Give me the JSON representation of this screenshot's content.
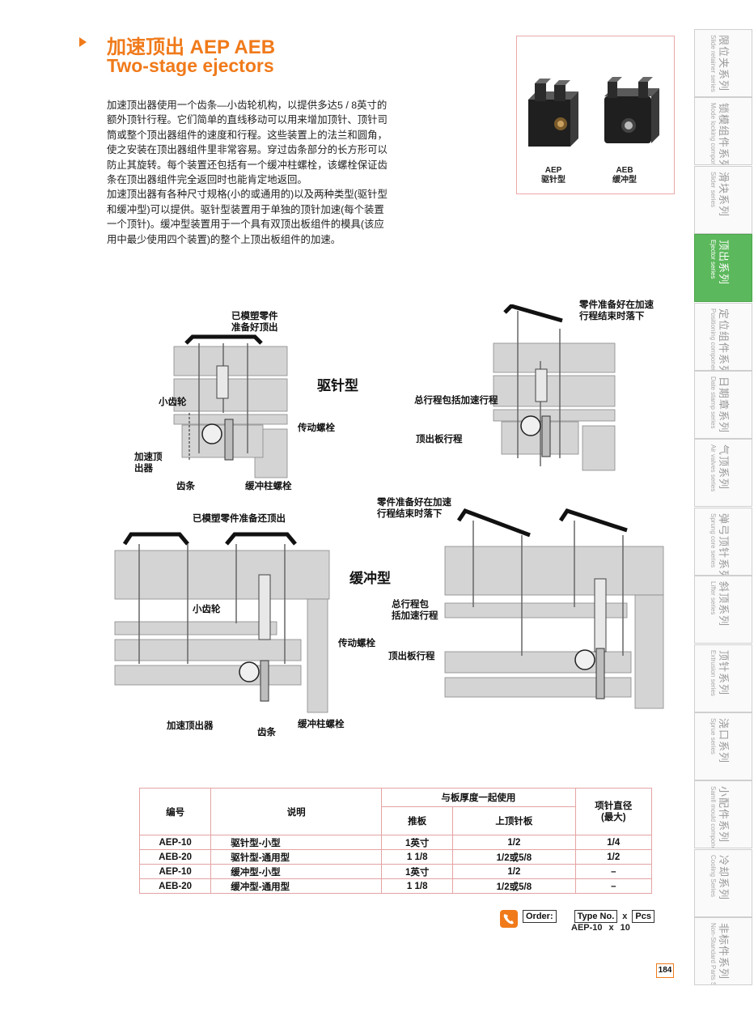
{
  "header": {
    "title_cn": "加速顶出 AEP AEB",
    "title_en": "Two-stage ejectors"
  },
  "intro": {
    "p1": "加速顶出器使用一个齿条—小齿轮机构，以提供多达5 / 8英寸的额外顶针行程。它们简单的直线移动可以用来增加顶针、顶针司筒或整个顶出器组件的速度和行程。这些装置上的法兰和圆角，使之安装在顶出器组件里非常容易。穿过齿条部分的长方形可以防止其旋转。每个装置还包括有一个缓冲柱螺栓，该螺栓保证齿条在顶出器组件完全返回时也能肯定地返回。",
    "p2": "加速顶出器有各种尺寸规格(小的或通用的)以及两种类型(驱针型和缓冲型)可以提供。驱针型装置用于单独的顶针加速(每个装置一个顶针)。缓冲型装置用于一个具有双顶出板组件的模具(该应用中最少使用四个装置)的整个上顶出板组件的加速。"
  },
  "photo": {
    "left_code": "AEP",
    "left_type": "驱针型",
    "right_code": "AEB",
    "right_type": "缓冲型"
  },
  "sidebar": [
    {
      "cn": "限位夹系列",
      "en": "Slide retainer series"
    },
    {
      "cn": "锁模组件系列",
      "en": "Mode locking component series"
    },
    {
      "cn": "滑块系列",
      "en": "Slider series"
    },
    {
      "cn": "顶出系列",
      "en": "Ejector series",
      "active": true
    },
    {
      "cn": "定位组件系列",
      "en": "Positioning components series"
    },
    {
      "cn": "日期章系列",
      "en": "Date stamp series"
    },
    {
      "cn": "气顶系列",
      "en": "Air valves series"
    },
    {
      "cn": "弹弓顶针系列",
      "en": "Sprung core series"
    },
    {
      "cn": "斜顶系列",
      "en": "Lifter series"
    },
    {
      "cn": "顶针系列",
      "en": "Extrusion series"
    },
    {
      "cn": "浇口系列",
      "en": "Sprue series"
    },
    {
      "cn": "小配件系列",
      "en": "Samll mould components series"
    },
    {
      "cn": "冷却系列",
      "en": "Cooling Series"
    },
    {
      "cn": "非标件系列",
      "en": "Non-Standard Parts Series"
    }
  ],
  "diagrams": {
    "type_driving": "驱针型",
    "type_buffer": "缓冲型",
    "d1": {
      "molded": "已模塑零件\n准备好顶出",
      "pinion": "小齿轮",
      "drive_bolt": "传动螺栓",
      "ejector": "加速顶\n出器",
      "rack": "齿条",
      "buffer_bolt": "缓冲柱螺栓"
    },
    "d2": {
      "ready": "零件准备好在加速\n行程结束时落下",
      "total": "总行程包括加速行程",
      "plate": "顶出板行程"
    },
    "d3": {
      "molded": "已模塑零件准备还顶出",
      "pinion": "小齿轮",
      "drive_bolt": "传动螺栓",
      "ejector": "加速顶出器",
      "rack": "齿条",
      "buffer_bolt": "缓冲柱螺栓"
    },
    "d4": {
      "ready": "零件准备好在加速\n行程结束时落下",
      "total": "总行程包\n括加速行程",
      "plate": "顶出板行程"
    }
  },
  "table": {
    "headers": {
      "code": "编号",
      "desc": "说明",
      "group": "与板厚度一起使用",
      "push": "推板",
      "upper": "上顶针板",
      "pin": "项针直径\n(最大)"
    },
    "rows": [
      {
        "code": "AEP-10",
        "desc": "驱针型-小型",
        "push": "1英寸",
        "upper": "1/2",
        "pin": "1/4"
      },
      {
        "code": "AEB-20",
        "desc": "驱针型-通用型",
        "push": "1 1/8",
        "upper": "1/2或5/8",
        "pin": "1/2"
      },
      {
        "code": "AEP-10",
        "desc": "缓冲型-小型",
        "push": "1英寸",
        "upper": "1/2",
        "pin": "–"
      },
      {
        "code": "AEB-20",
        "desc": "缓冲型-通用型",
        "push": "1 1/8",
        "upper": "1/2或5/8",
        "pin": "–"
      }
    ]
  },
  "order": {
    "label": "Order:",
    "type_no": "Type No.",
    "x": "x",
    "pcs": "Pcs",
    "example_code": "AEP-10",
    "example_x": "x",
    "example_qty": "10"
  },
  "page_number": "184"
}
